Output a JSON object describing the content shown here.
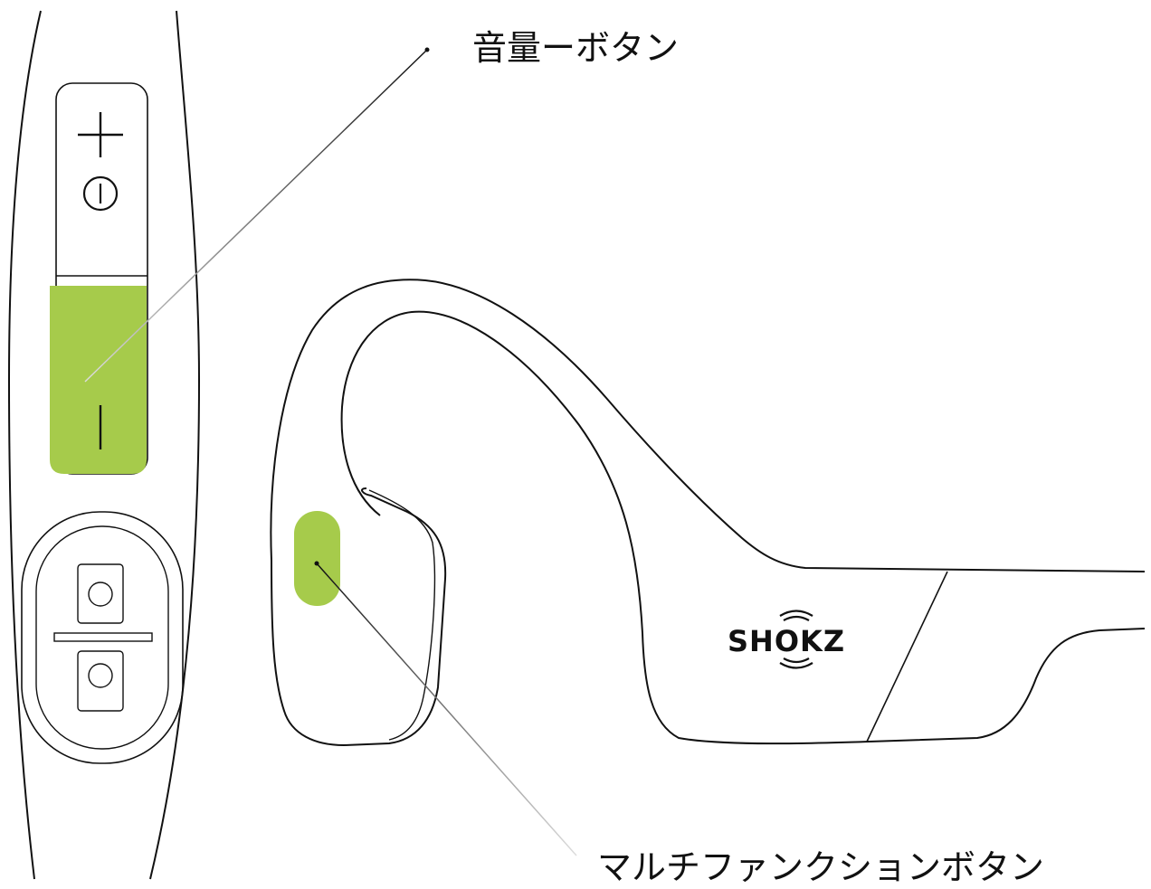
{
  "labels": {
    "volume_button": "音量ーボタン",
    "multifunction_button": "マルチファンクションボタン"
  },
  "brand": {
    "logo_text": "SHOKZ"
  },
  "colors": {
    "highlight": "#a6cb4b",
    "outline": "#111111",
    "background": "#ffffff"
  },
  "icons": {
    "plus": "plus-icon",
    "power": "power-icon",
    "minus": "minus-icon",
    "charge_contact": "charging-contact-icon"
  }
}
